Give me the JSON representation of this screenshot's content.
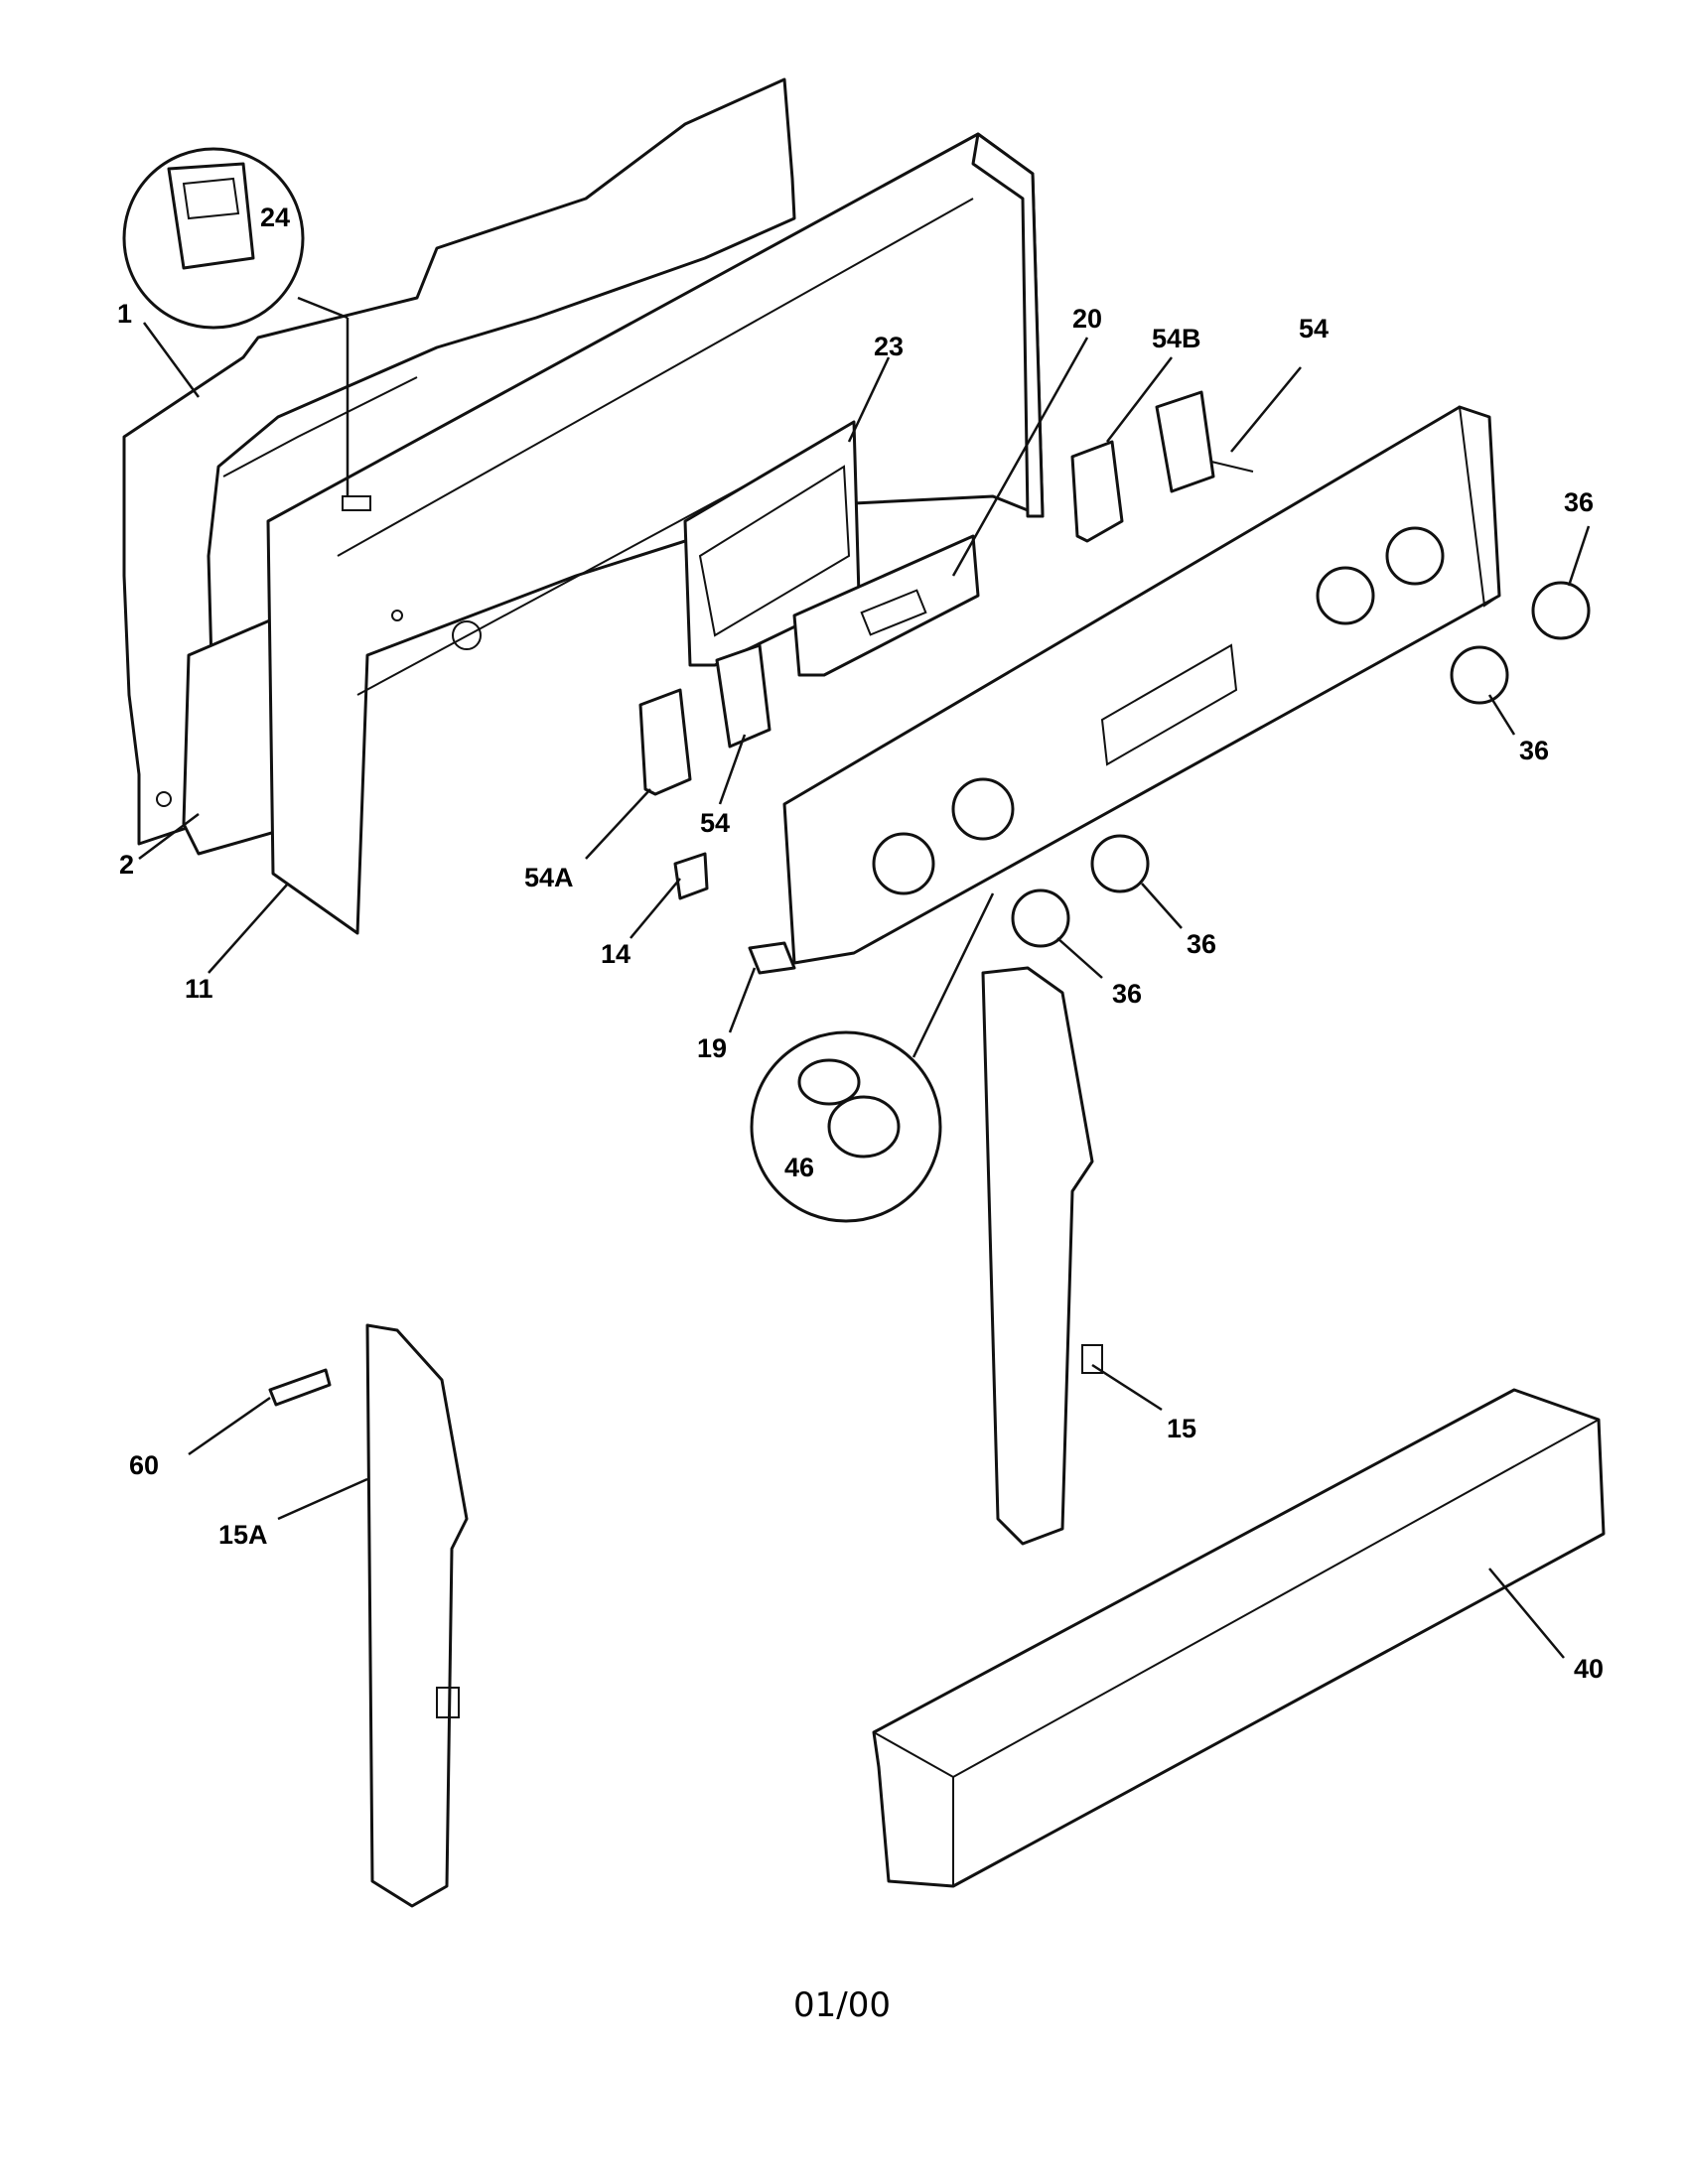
{
  "footer": {
    "date_code": "01/00"
  },
  "callouts": {
    "c1": "1",
    "c2": "2",
    "c11": "11",
    "c24": "24",
    "c23": "23",
    "c20": "20",
    "c54b": "54B",
    "c54_top": "54",
    "c36_right_top": "36",
    "c36_right_mid": "36",
    "c36_mid": "36",
    "c36_low": "36",
    "c54_mid": "54",
    "c54a": "54A",
    "c14": "14",
    "c19": "19",
    "c46": "46",
    "c60": "60",
    "c15a": "15A",
    "c15": "15",
    "c40": "40"
  }
}
